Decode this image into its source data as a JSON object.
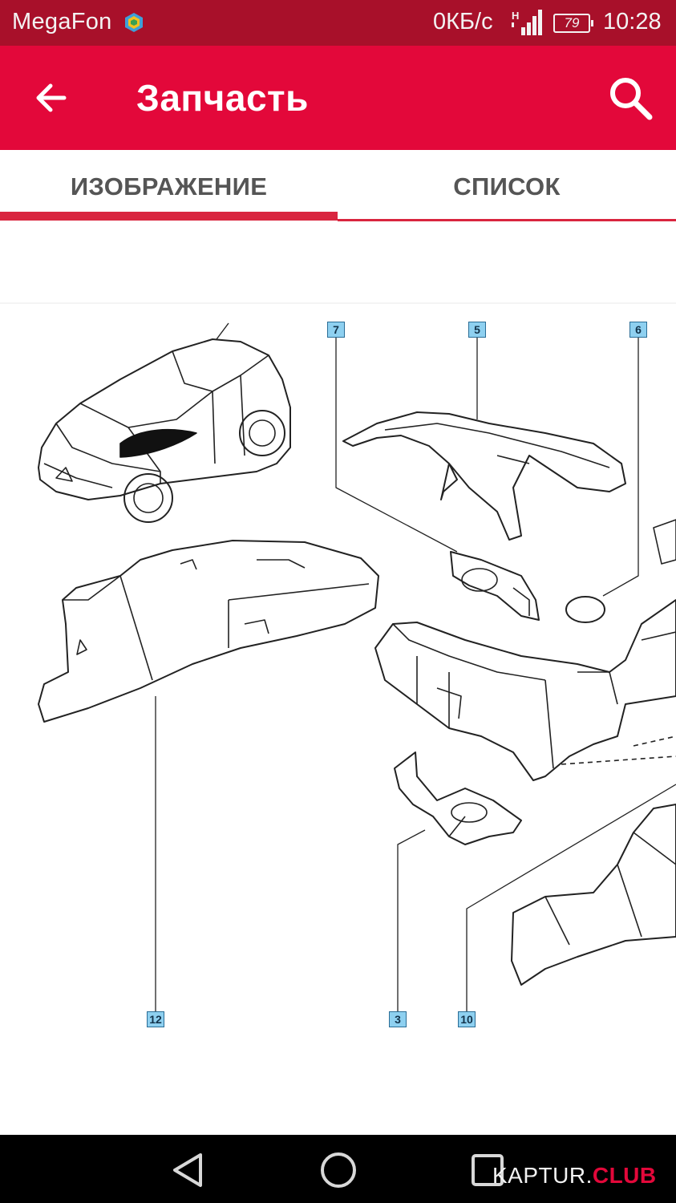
{
  "status_bar": {
    "carrier": "MegaFon",
    "carrier_badge_icon": "shield-badge-icon",
    "network_speed": "0КБ/с",
    "signal_icon": "signal-h-icon",
    "battery_level": "79",
    "time": "10:28"
  },
  "app_bar": {
    "back_icon": "arrow-left-icon",
    "title": "Запчасть",
    "search_icon": "search-icon",
    "background_color": "#e3083a",
    "status_color": "#a8102a"
  },
  "tabs": [
    {
      "label": "ИЗОБРАЖЕНИЕ",
      "selected": true
    },
    {
      "label": "СПИСОК",
      "selected": false
    }
  ],
  "diagram": {
    "callouts": [
      "7",
      "5",
      "6",
      "12",
      "3",
      "10"
    ],
    "callout_color": "#8ed0f0"
  },
  "nav_bar": {
    "back_icon": "triangle-back-icon",
    "home_icon": "circle-home-icon",
    "recent_icon": "square-recent-icon"
  },
  "watermark": {
    "text_main": "KAPTUR.",
    "text_accent": "CLUB"
  }
}
